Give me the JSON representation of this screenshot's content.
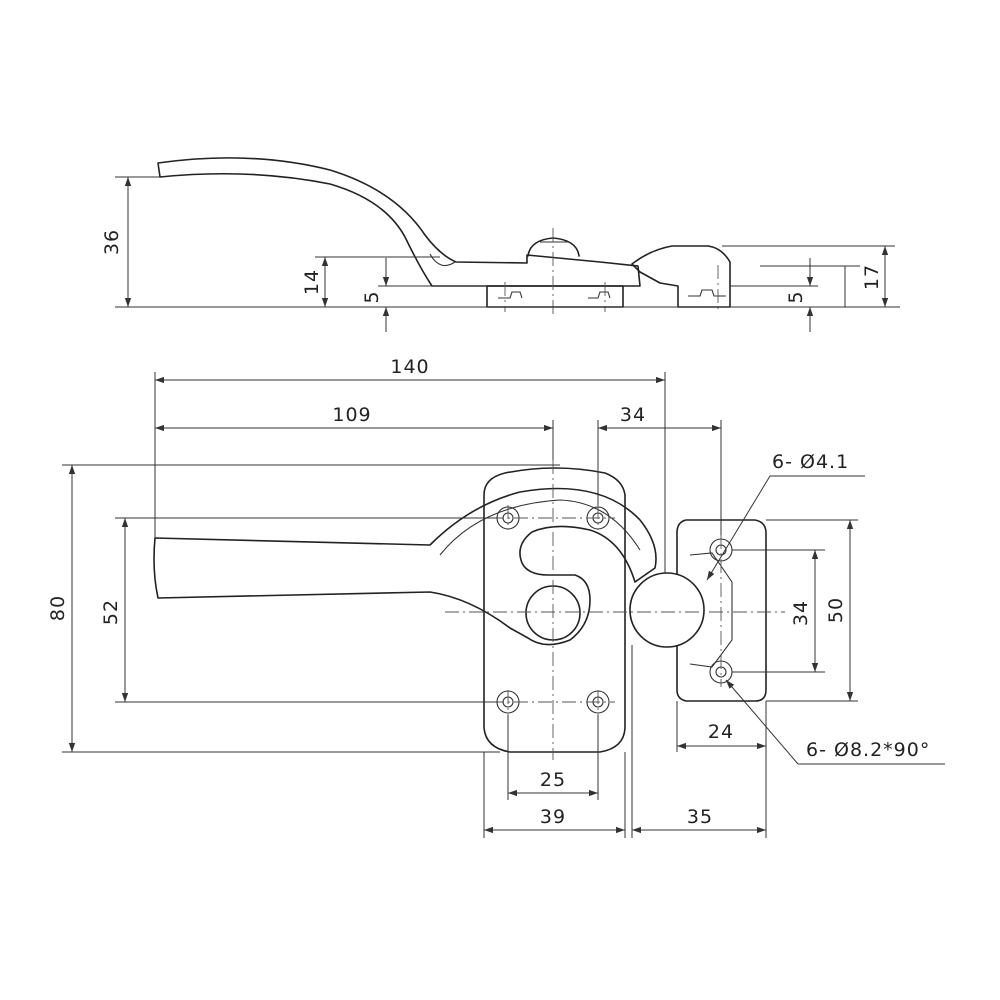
{
  "colors": {
    "line": "#222222",
    "background": "#ffffff"
  },
  "side_view": {
    "dims": {
      "overall_height": "36",
      "base_height": "14",
      "plate_left": "5",
      "plate_right": "5",
      "keeper_height": "17"
    }
  },
  "top_view": {
    "dims": {
      "total_length": "140",
      "handle_length": "109",
      "offset": "34",
      "height": "80",
      "hole_span_v": "52",
      "hole_span_h": "25",
      "plate_width": "39",
      "keeper_width": "35",
      "keeper_hole_x": "24",
      "keeper_hole_span": "34",
      "keeper_height": "50"
    },
    "callouts": {
      "hole": "6- Ø4.1",
      "countersink": "6- Ø8.2*90°"
    }
  }
}
